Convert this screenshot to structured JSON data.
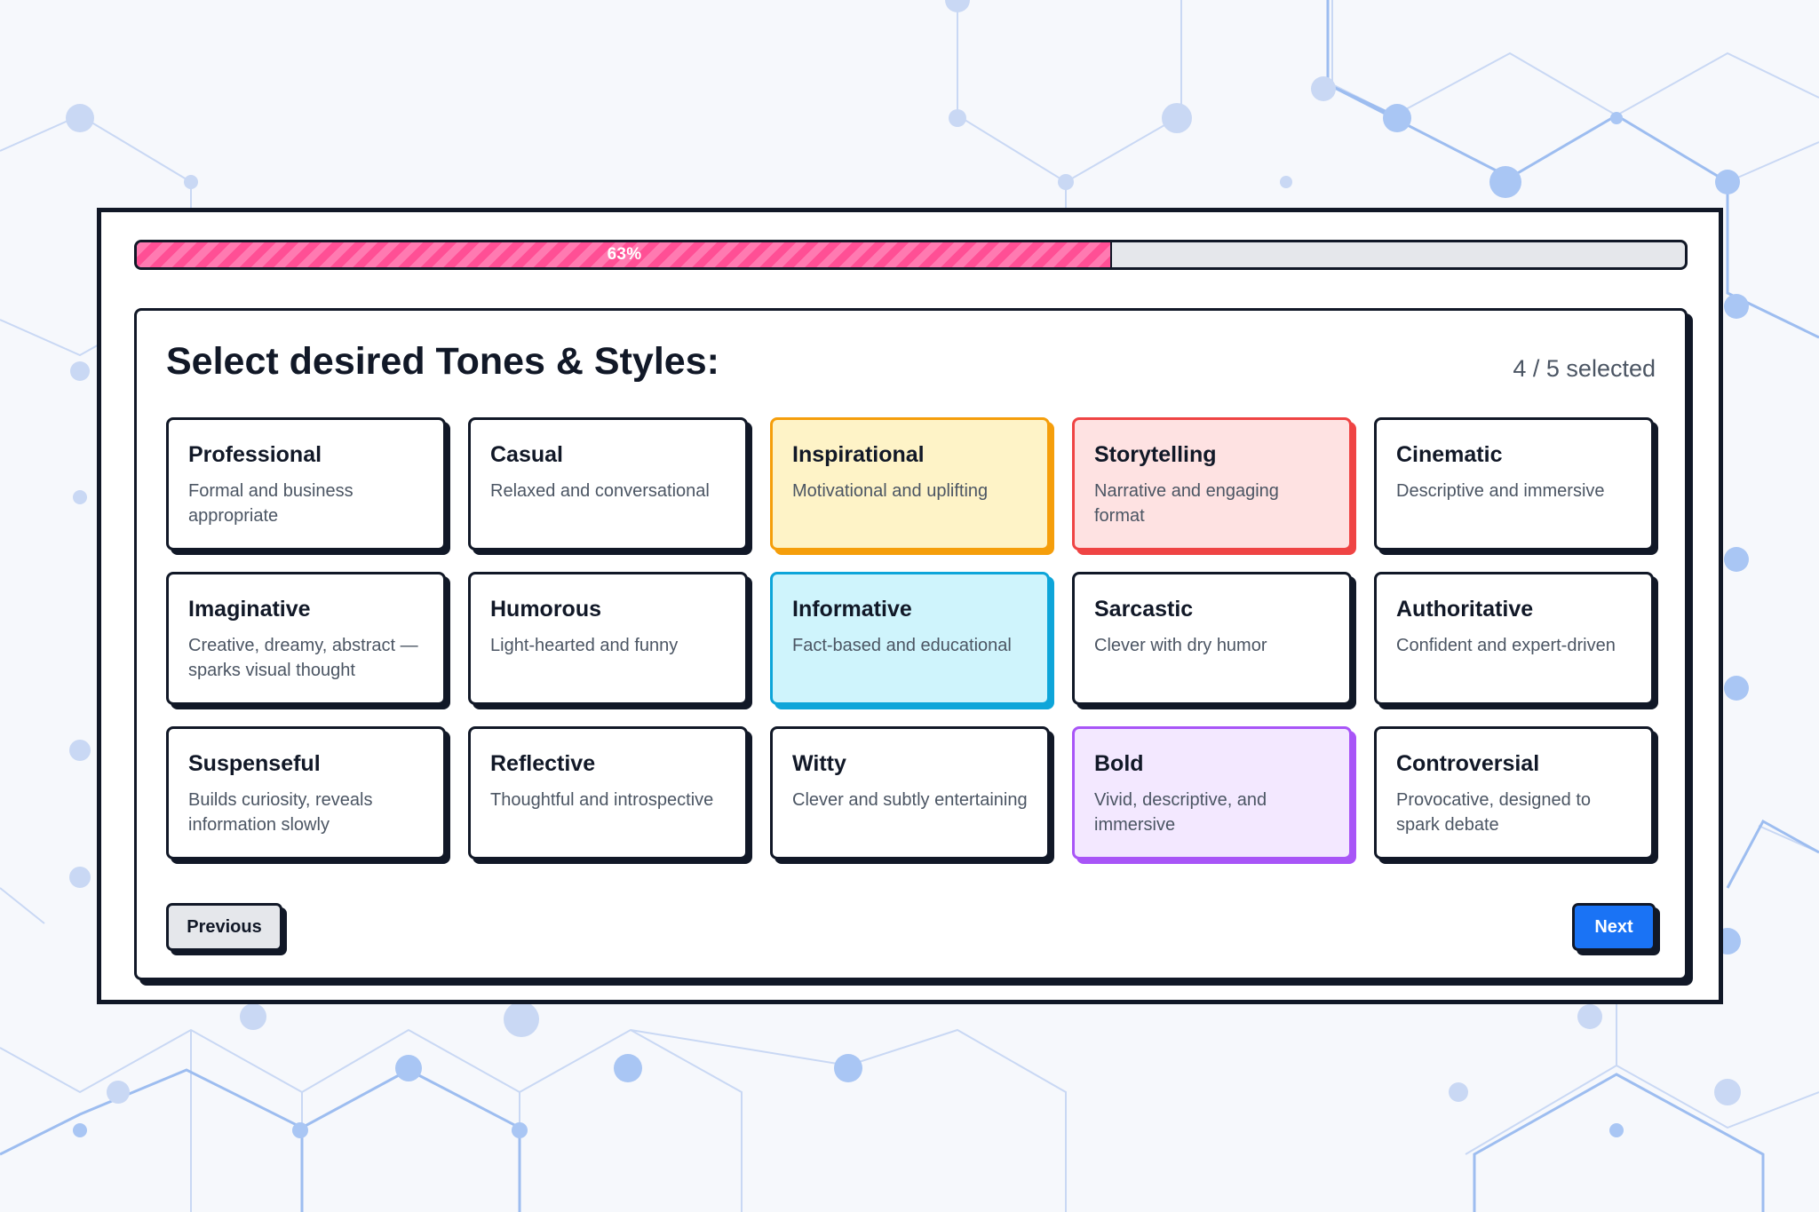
{
  "progress": {
    "percent": 63,
    "label": "63%",
    "fill_color": "#ff4f95"
  },
  "panel": {
    "title": "Select desired Tones & Styles:",
    "selected_count": "4 / 5 selected"
  },
  "options": [
    {
      "title": "Professional",
      "desc": "Formal and business appropriate",
      "selected": false
    },
    {
      "title": "Casual",
      "desc": "Relaxed and conversational",
      "selected": false
    },
    {
      "title": "Inspirational",
      "desc": "Motivational and uplifting",
      "selected": true,
      "bg": "#fef3c7",
      "border": "#f59e0b"
    },
    {
      "title": "Storytelling",
      "desc": "Narrative and engaging format",
      "selected": true,
      "bg": "#fee2e2",
      "border": "#ef4444"
    },
    {
      "title": "Cinematic",
      "desc": "Descriptive and immersive",
      "selected": false
    },
    {
      "title": "Imaginative",
      "desc": "Creative, dreamy, abstract — sparks visual thought",
      "selected": false
    },
    {
      "title": "Humorous",
      "desc": "Light-hearted and funny",
      "selected": false
    },
    {
      "title": "Informative",
      "desc": "Fact-based and educational",
      "selected": true,
      "bg": "#cff4fc",
      "border": "#0ea5d9"
    },
    {
      "title": "Sarcastic",
      "desc": "Clever with dry humor",
      "selected": false
    },
    {
      "title": "Authoritative",
      "desc": "Confident and expert-driven",
      "selected": false
    },
    {
      "title": "Suspenseful",
      "desc": "Builds curiosity, reveals information slowly",
      "selected": false
    },
    {
      "title": "Reflective",
      "desc": "Thoughtful and introspective",
      "selected": false
    },
    {
      "title": "Witty",
      "desc": "Clever and subtly entertaining",
      "selected": false
    },
    {
      "title": "Bold",
      "desc": "Vivid, descriptive, and immersive",
      "selected": true,
      "bg": "#f3e8ff",
      "border": "#a855f7"
    },
    {
      "title": "Controversial",
      "desc": "Provocative, designed to spark debate",
      "selected": false
    }
  ],
  "nav": {
    "previous_label": "Previous",
    "next_label": "Next",
    "next_color": "#1a73f5"
  }
}
